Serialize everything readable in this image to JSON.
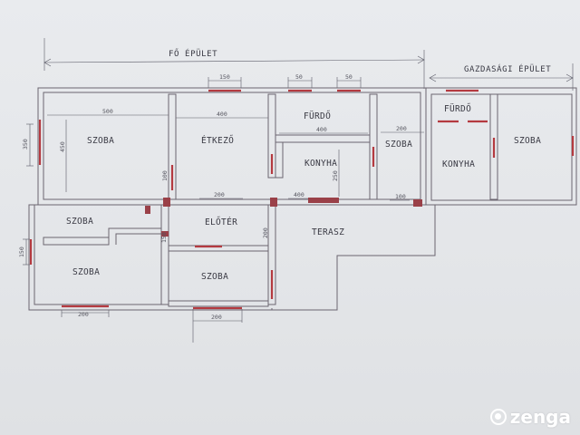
{
  "titles": {
    "main_building": "FŐ ÉPÜLET",
    "farm_building": "GAZDASÁGI ÉPÜLET"
  },
  "rooms": {
    "szoba_1": "SZOBA",
    "etkezo": "ÉTKEZŐ",
    "furdo_1": "FÜRDŐ",
    "konyha_1": "KONYHA",
    "szoba_2": "SZOBA",
    "furdo_2": "FÜRDŐ",
    "konyha_2": "KONYHA",
    "szoba_3": "SZOBA",
    "szoba_4": "SZOBA",
    "eloter": "ELŐTÉR",
    "terasz": "TERASZ",
    "szoba_5": "SZOBA",
    "szoba_6": "SZOBA"
  },
  "dimensions": {
    "d150_top": "150",
    "d50_a": "50",
    "d50_b": "50",
    "d500": "500",
    "d400_a": "400",
    "d400_b": "400",
    "d200_top": "200",
    "d350_left": "350",
    "d450": "450",
    "d100_v": "100",
    "d250": "250",
    "d200_mid": "200",
    "d400_mid": "400",
    "d100_mid": "100",
    "d200_v": "200",
    "d150_left": "150",
    "d150_v": "150",
    "d200_bottom_left": "200",
    "d200_bottom_mid": "200"
  },
  "watermark": "zenga",
  "colors": {
    "wall": "#6b6570",
    "opening_red": "#b43a40",
    "text": "#3a3a44"
  }
}
